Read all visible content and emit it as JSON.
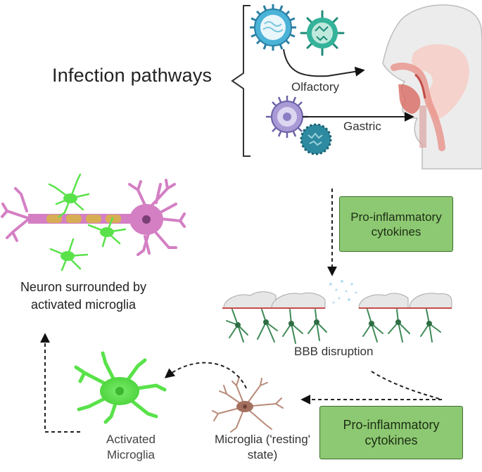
{
  "labels": {
    "infection_pathways": "Infection pathways",
    "olfactory": "Olfactory",
    "gastric": "Gastric",
    "neuron_surrounded": "Neuron surrounded by activated microglia",
    "bbb_disruption": "BBB disruption",
    "activated_microglia": "Activated Microglia",
    "resting_microglia": "Microglia ('resting' state)"
  },
  "boxes": {
    "cytokines_top": "Pro-inflammatory cytokines",
    "cytokines_bottom": "Pro-inflammatory cytokines"
  },
  "colors": {
    "box_fill": "#8dc972",
    "box_border": "#3c6e2d",
    "neuron": "#d47fc4",
    "microglia_active": "#59e24a",
    "microglia_resting": "#b88a78",
    "astrocyte": "#3f8a57",
    "virus_blue": "#3aa6c9",
    "virus_green": "#2fa88e",
    "virus_purple": "#8a7fc4"
  }
}
